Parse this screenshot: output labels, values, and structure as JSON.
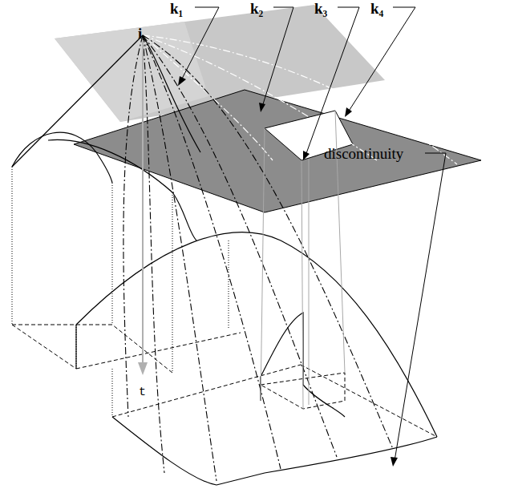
{
  "diagram": {
    "labels": [
      "i",
      "k₁",
      "k₂",
      "k₃",
      "k₄",
      "discontinuity",
      "t"
    ]
  }
}
